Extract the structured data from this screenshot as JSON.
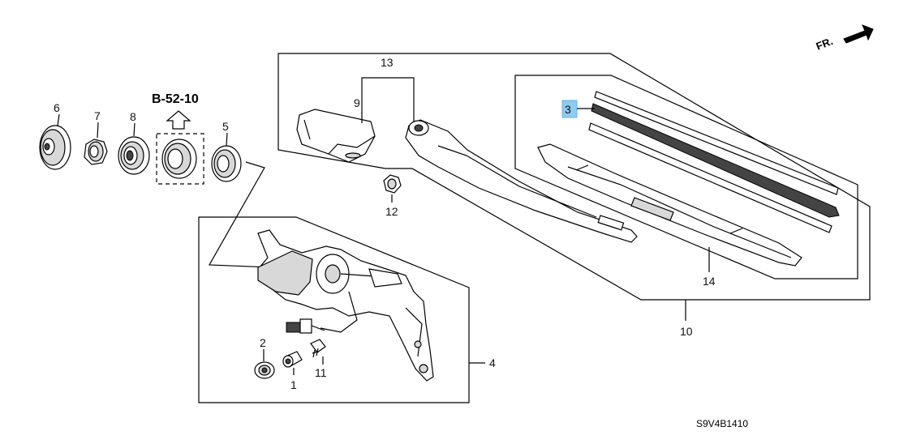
{
  "diagram": {
    "direction_label": "FR.",
    "reference": "B-52-10",
    "diagram_code": "S9V4B1410",
    "highlight_color": "#8ecbf0",
    "callouts": {
      "c1": "1",
      "c2": "2",
      "c3": "3",
      "c4": "4",
      "c5": "5",
      "c6": "6",
      "c7": "7",
      "c8": "8",
      "c9": "9",
      "c10": "10",
      "c11": "11",
      "c12": "12",
      "c13": "13",
      "c14": "14"
    }
  }
}
